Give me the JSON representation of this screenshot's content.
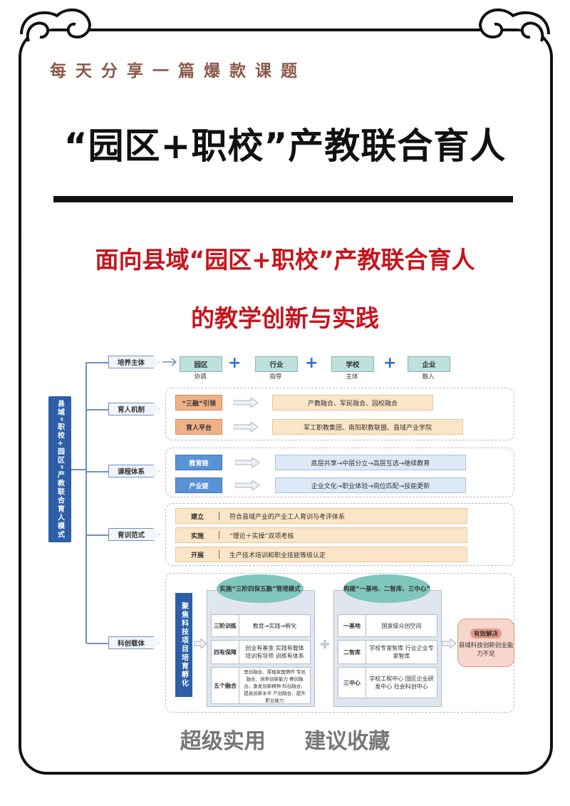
{
  "header": {
    "tagline": "每天分享一篇爆款课题",
    "title": "“园区+职校”产教联合育人",
    "subtitle_line1": "面向县域“园区+职校”产教联合育人",
    "subtitle_line2": "的教学创新与实践"
  },
  "footer": {
    "left": "超级实用",
    "right": "建议收藏"
  },
  "diagram": {
    "root": "县域“职校+园区”产教联合育人模式",
    "branches": [
      "培养主体",
      "育人机制",
      "课程体系",
      "育训范式",
      "科创载体"
    ],
    "subjects": [
      {
        "name": "园区",
        "role": "协调"
      },
      {
        "name": "行业",
        "role": "指导"
      },
      {
        "name": "学校",
        "role": "主体"
      },
      {
        "name": "企业",
        "role": "融入"
      }
    ],
    "plus": "+",
    "mechanism": [
      {
        "label": "“三融”引领",
        "content": "产教融合、军民融合、园校融合"
      },
      {
        "label": "育人平台",
        "content": "军工职教集团、南阳职教联盟、县域产业学院"
      }
    ],
    "curriculum": [
      {
        "label": "教育链",
        "content": "底层共享→中层分立→高层互选→继续教育"
      },
      {
        "label": "产业链",
        "content": "企业文化→职业体验→岗位匹配→技能更新"
      }
    ],
    "training": [
      {
        "verb": "建立",
        "content": "符合县域产业的产业工人育训与考评体系"
      },
      {
        "verb": "实施",
        "content": "“理论＋实操”双项考核"
      },
      {
        "verb": "开展",
        "content": "生产技术培训和职业技能等级认定"
      }
    ],
    "innovation": {
      "side_label": "聚焦科技项目培育孵化",
      "left_oval": "实施“三阶四保五融”管理模式",
      "left_rows": [
        {
          "head": "三阶训练",
          "body": "教育→实践→孵化"
        },
        {
          "head": "四有保障",
          "body": "创业有基金 实践有载体 培训有导师 训练有体系"
        },
        {
          "head": "五个融合",
          "body": "思创融合、厚植家国情怀 专创融合、培养创新能力 赛创融合、激发创新精神 科创融合、提高创新水平 产创融合、提升职业能力"
        }
      ],
      "right_oval": "构建“一基地、二智库、三中心”",
      "right_rows": [
        {
          "head": "一基地",
          "body": "国家级众创空间"
        },
        {
          "head": "二智库",
          "body": "学校专家智库 行业企业专家智库"
        },
        {
          "head": "三中心",
          "body": "学校工程中心 园区企业研发中心 社会科创中心"
        }
      ],
      "problem_tag": "有效解决",
      "problem_text": "县域科技创新创业能力不足"
    }
  },
  "colors": {
    "accent_red": "#c8141c",
    "tagline_brown": "#8a5a4a",
    "diagram_blue": "#2c5fa8"
  }
}
